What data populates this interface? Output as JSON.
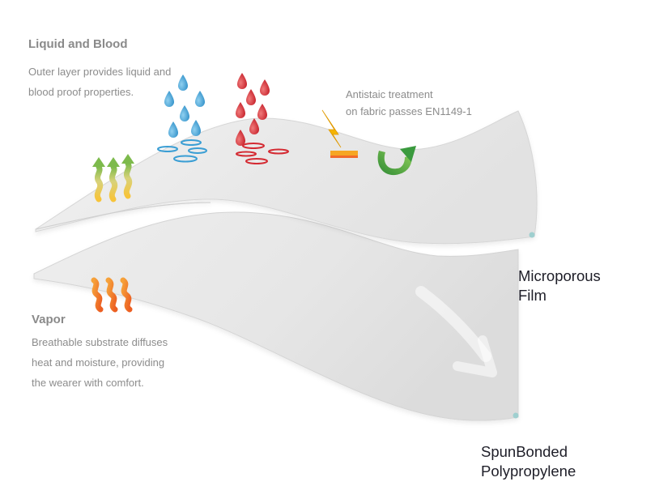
{
  "liquid_blood": {
    "title": "Liquid and Blood",
    "line1": "Outer layer provides liquid and",
    "line2": "blood proof properties."
  },
  "antistatic": {
    "line1": "Antistaic treatment",
    "line2": "on fabric passes EN1149-1"
  },
  "vapor": {
    "title": "Vapor",
    "line1": "Breathable substrate diffuses",
    "line2": "heat and moisture, providing",
    "line3": "the wearer with comfort."
  },
  "microporous": {
    "line1": "Microporous",
    "line2": "Film"
  },
  "spunbonded": {
    "line1": "SpunBonded",
    "line2": "Polypropylene"
  },
  "colors": {
    "water_drop": "#3a9ed4",
    "blood_drop": "#d42a32",
    "lightning": "#f5b400",
    "recycle_arrow": "#3a9a3e",
    "heat_wave": "#f07a2a",
    "marker_dot": "#9fcfcf",
    "fabric": "#ececec"
  },
  "icons": [
    "water-drop-icon",
    "blood-drop-icon",
    "lightning-icon",
    "up-arrow-icon",
    "heat-wave-icon",
    "marker-dot-icon"
  ]
}
